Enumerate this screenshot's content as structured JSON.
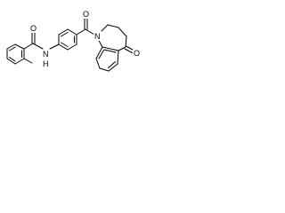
{
  "molecule": {
    "atom_labels": {
      "amide_oxygen": "O",
      "amide_nitrogen": "N",
      "amide_hydrogen": "H",
      "ketone_oxygen_upper": "O",
      "ring_nitrogen": "N",
      "ketone_oxygen_lower": "O"
    }
  }
}
